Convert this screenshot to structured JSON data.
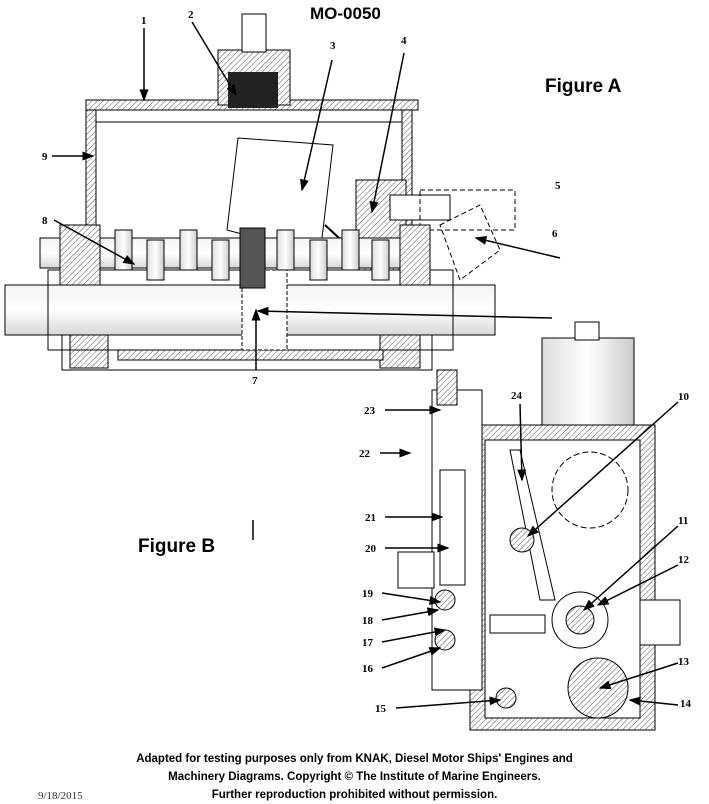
{
  "title": "MO-0050",
  "figure_a": {
    "label": "Figure A",
    "callouts": [
      "1",
      "2",
      "3",
      "4",
      "5",
      "6",
      "7",
      "8",
      "9"
    ]
  },
  "figure_b": {
    "label": "Figure B",
    "callouts": [
      "10",
      "11",
      "12",
      "13",
      "14",
      "15",
      "16",
      "17",
      "18",
      "19",
      "20",
      "21",
      "22",
      "23",
      "24"
    ]
  },
  "credit": {
    "line1": "Adapted for testing purposes only from KNAK, Diesel Motor Ships' Engines and",
    "line2": "Machinery Diagrams. Copyright © The Institute of Marine Engineers.",
    "line3": "Further reproduction prohibited without permission."
  },
  "date": "9/18/2015"
}
